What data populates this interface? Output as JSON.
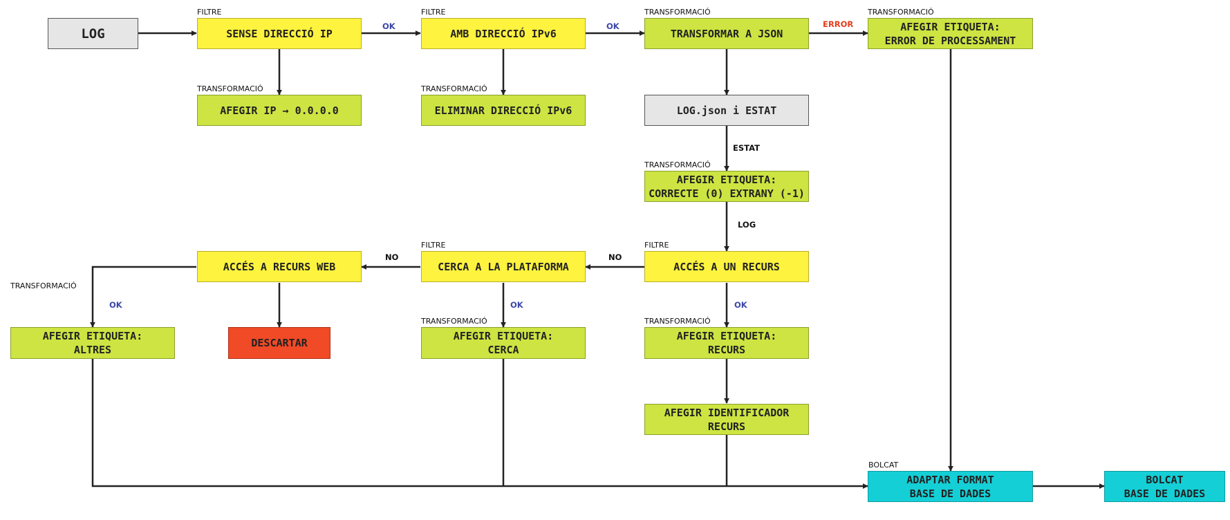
{
  "colors": {
    "filter": "#fef33f",
    "transform": "#cde442",
    "neutral": "#e6e6e6",
    "discard": "#f04a26",
    "output": "#14cfd6",
    "edge": "#222222",
    "label_ok": "#3b47a8",
    "label_error": "#e23d1e"
  },
  "nodes": {
    "log": {
      "label": "LOG",
      "tag": ""
    },
    "sense_ip": {
      "label": "SENSE DIRECCIÓ IP",
      "tag": "FILTRE"
    },
    "amb_ipv6": {
      "label": "AMB DIRECCIÓ IPv6",
      "tag": "FILTRE"
    },
    "to_json": {
      "label": "TRANSFORMAR A JSON",
      "tag": "TRANSFORMACIÓ"
    },
    "error_tag": {
      "label": "AFEGIR ETIQUETA:\nERROR DE PROCESSAMENT",
      "tag": "TRANSFORMACIÓ"
    },
    "ip_zero": {
      "label": "AFEGIR IP → 0.0.0.0",
      "tag": "TRANSFORMACIÓ"
    },
    "del_ipv6": {
      "label": "ELIMINAR DIRECCIÓ IPv6",
      "tag": "TRANSFORMACIÓ"
    },
    "log_json": {
      "label": "LOG.json i ESTAT",
      "tag": ""
    },
    "state_tag": {
      "label": "AFEGIR ETIQUETA:\nCORRECTE (0) EXTRANY (-1)",
      "tag": "TRANSFORMACIÓ"
    },
    "acces_web": {
      "label": "ACCÉS A RECURS WEB",
      "tag": ""
    },
    "cerca_plat": {
      "label": "CERCA A LA PLATAFORMA",
      "tag": "FILTRE"
    },
    "acces_recurs": {
      "label": "ACCÉS A UN RECURS",
      "tag": "FILTRE"
    },
    "altres_tag": {
      "label": "AFEGIR ETIQUETA:\nALTRES",
      "tag": ""
    },
    "descartar": {
      "label": "DESCARTAR",
      "tag": ""
    },
    "cerca_tag": {
      "label": "AFEGIR ETIQUETA:\nCERCA",
      "tag": "TRANSFORMACIÓ"
    },
    "recurs_tag": {
      "label": "AFEGIR ETIQUETA:\nRECURS",
      "tag": "TRANSFORMACIÓ"
    },
    "recurs_id": {
      "label": "AFEGIR IDENTIFICADOR\nRECURS",
      "tag": ""
    },
    "adapt_db": {
      "label": "ADAPTAR FORMAT\nBASE DE DADES",
      "tag": "BOLCAT"
    },
    "bolcat_db": {
      "label": "BOLCAT\nBASE DE DADES",
      "tag": ""
    }
  },
  "free_tags": {
    "altres_transform": "TRANSFORMACIÓ"
  },
  "edge_labels": {
    "ok_1": "OK",
    "ok_2": "OK",
    "error": "ERROR",
    "estat": "ESTAT",
    "log": "LOG",
    "no_1": "NO",
    "no_2": "NO",
    "ok_altres": "OK",
    "ok_cerca": "OK",
    "ok_recurs": "OK"
  }
}
